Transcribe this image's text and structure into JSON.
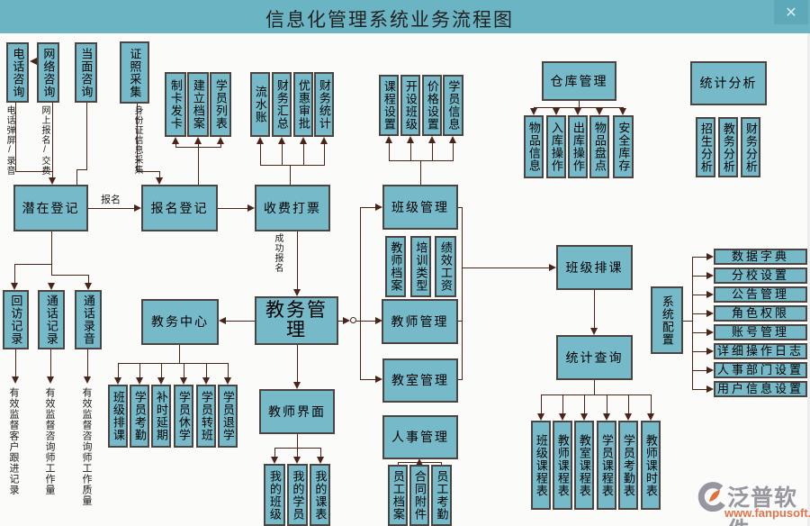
{
  "window": {
    "title": "信息化管理系统业务流程图",
    "close_label": "✕"
  },
  "colors": {
    "titlebar": "#6ab4c3",
    "node_fill": "#76b9c8",
    "node_border": "#4c4440",
    "connector": "#4a241b",
    "background": "#fbfbfa",
    "logo_gray": "#97979f",
    "logo_orange": "#e4734a"
  },
  "nodes": {
    "tel_consult": "电话咨询",
    "net_consult": "网络咨询",
    "face_consult": "当面咨询",
    "cert_collect": "证照采集",
    "card_issue": "制卡发卡",
    "create_file": "建立档案",
    "student_list": "学员列表",
    "cash_journal": "流水账",
    "finance_sum": "财务汇总",
    "discount_approve": "优惠审批",
    "finance_stat": "财务统计",
    "course_set": "课程设置",
    "open_class": "开设班级",
    "price_set": "价格设置",
    "student_info": "学员信息",
    "warehouse_mgmt": "仓库管理",
    "item_info": "物品信息",
    "inbound_op": "入库操作",
    "outbound_op": "出库操作",
    "item_check": "物品盘点",
    "safe_stock": "安全库存",
    "stat_analysis": "统计分析",
    "enroll_analysis": "招生分析",
    "academic_analysis": "教务分析",
    "finance_analysis": "财务分析",
    "potential_reg": "潜在登记",
    "signup_reg": "报名登记",
    "fee_print": "收费打票",
    "class_mgmt": "班级管理",
    "visit_record": "回访记录",
    "call_record": "通话记录",
    "call_audio": "通话录音",
    "academic_center": "教务中心",
    "academic_mgmt": "教务管理",
    "teacher_file": "教师档案",
    "training_type": "培训类型",
    "perf_salary": "绩效工资",
    "teacher_mgmt": "教师管理",
    "classroom_mgmt": "教室管理",
    "class_schedule": "班级排课",
    "stat_query": "统计查询",
    "sys_config": "系统配置",
    "data_dict": "数据字典",
    "branch_set": "分校设置",
    "notice_mgmt": "公告管理",
    "role_perm": "角色权限",
    "account_mgmt": "账号管理",
    "op_log": "详细操作日志",
    "hr_dept_set": "人事部门设置",
    "user_info_set": "用户信息设置",
    "teacher_iface": "教师界面",
    "hr_mgmt": "人事管理",
    "sched_class": "班级排课",
    "stu_attend": "学员考勤",
    "makeup_delay": "补时延期",
    "stu_suspend": "学员休学",
    "stu_transfer": "学员转班",
    "stu_dropout": "学员退学",
    "my_class": "我的班级",
    "my_students": "我的学员",
    "my_timetable": "我的课表",
    "staff_file": "员工档案",
    "contract_attach": "合同附件",
    "staff_attend": "员工考勤",
    "class_table": "班级课程表",
    "teacher_table": "教师课程表",
    "room_table": "教室课程表",
    "student_table": "学员课程表",
    "attend_table": "学员考勤表",
    "hours_table": "教师课时表"
  },
  "edge_labels": {
    "enroll": "报名",
    "success_enroll": "成功报名",
    "phone_popup": "电话弹屏/录音",
    "online_pay": "网上报名/交费",
    "id_collect": "身份证信息采集"
  },
  "footnotes": {
    "visit_note": "有效监督客户跟进记录",
    "workload_note": "有效监督咨询师工作量",
    "quality_note": "有效监督咨询师工作质量"
  },
  "logo": {
    "name": "泛普软件",
    "url": "www.fanpusoft.com"
  }
}
